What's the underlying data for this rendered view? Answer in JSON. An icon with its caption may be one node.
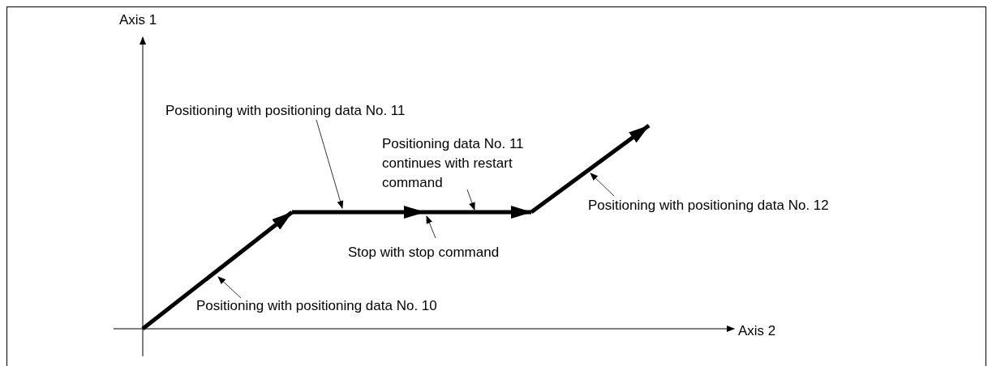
{
  "diagram": {
    "nodes": [
      {
        "text": [
          "Positioning with positioning data No. 11"
        ]
      },
      {
        "text": [
          "Positioning data No. 11 continues with restart command"
        ]
      },
      {
        "text": [
          "Stop with stop command"
        ]
      },
      {
        "text": [
          "Positioning with positioning data No. 10"
        ]
      },
      {
        "text": [
          "Positioning with positioning data No. 12"
        ]
      }
    ],
    "edges": [
      {
        "from": 0,
        "to": null,
        "arrow": "to"
      },
      {
        "from": 1,
        "to": null,
        "arrow": "to"
      },
      {
        "from": 2,
        "to": null,
        "arrow": "to"
      },
      {
        "from": 3,
        "to": null,
        "arrow": "to"
      },
      {
        "from": 4,
        "to": null,
        "arrow": "to"
      }
    ],
    "labels": [
      "Axis 1",
      "Axis 2"
    ]
  }
}
